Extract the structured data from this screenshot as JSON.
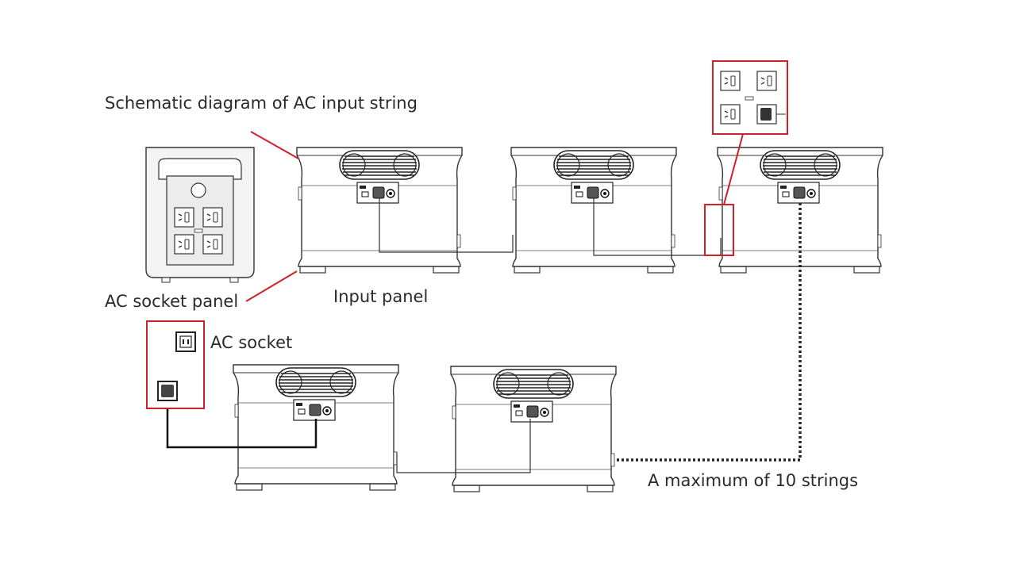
{
  "labels": {
    "title": "Schematic diagram of AC input string",
    "ac_socket_panel": "AC socket panel",
    "input_panel": "Input panel",
    "ac_socket": "AC socket",
    "max_strings": "A maximum of 10 strings"
  },
  "colors": {
    "highlight": "#d0202a",
    "line": "#333333",
    "panel_fill": "#ececec"
  },
  "icons": [
    "power-unit-icon",
    "ac-outlet-icon",
    "ac-input-port-icon",
    "cable-plug-icon"
  ]
}
